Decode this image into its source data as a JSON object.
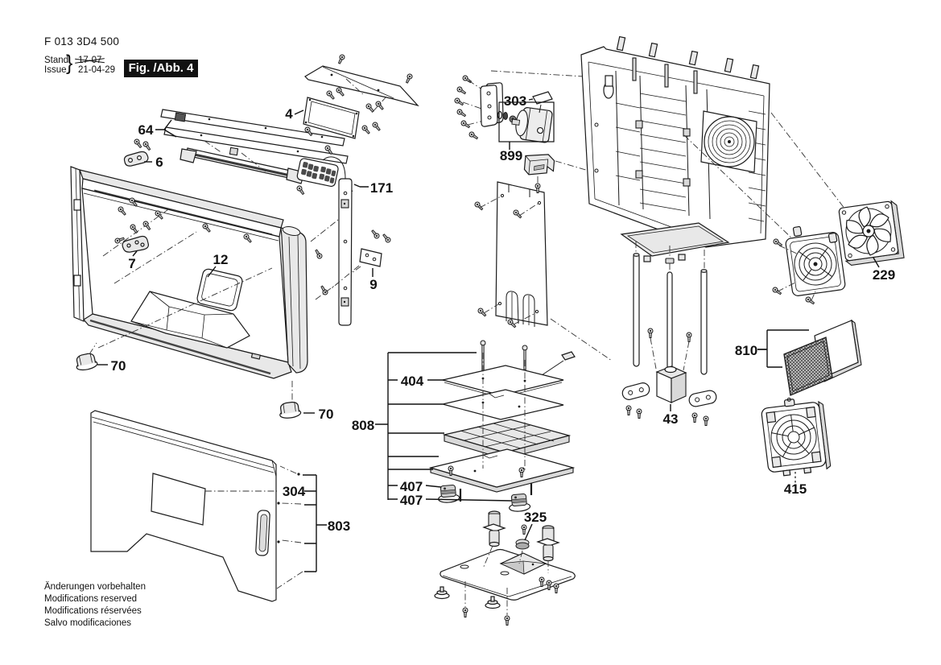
{
  "header": {
    "part_code": "F 013 3D4 500",
    "stand_label": "Stand",
    "issue_label": "Issue",
    "brace": "}",
    "stand_value": "17-07",
    "issue_value": "21-04-29",
    "figure_label": "Fig. /Abb. 4"
  },
  "callouts": {
    "c4": "4",
    "c6": "6",
    "c7": "7",
    "c9": "9",
    "c12": "12",
    "c43": "43",
    "c64": "64",
    "c70a": "70",
    "c70b": "70",
    "c171": "171",
    "c229": "229",
    "c303": "303",
    "c304": "304",
    "c325": "325",
    "c404": "404",
    "c407a": "407",
    "c407b": "407",
    "c415": "415",
    "c803": "803",
    "c808": "808",
    "c810": "810",
    "c899": "899"
  },
  "footer": {
    "notes": [
      "Änderungen vorbehalten",
      "Modifications reserved",
      "Modifications réservées",
      "Salvo modificaciones"
    ]
  }
}
